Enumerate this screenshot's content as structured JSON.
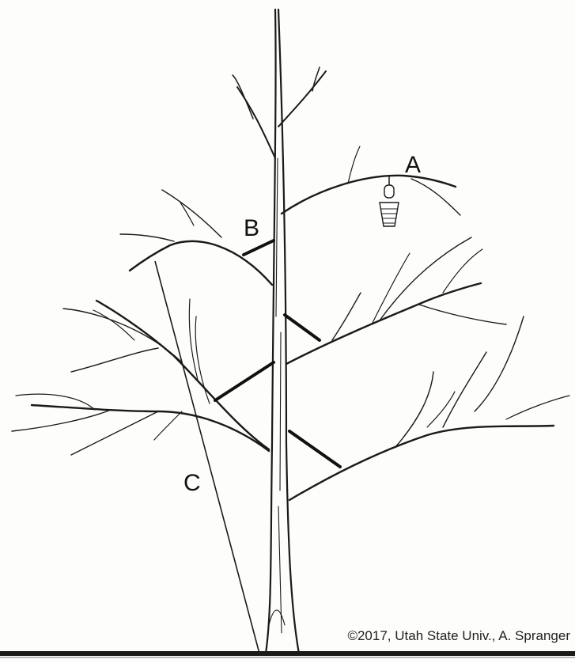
{
  "labels": {
    "a": "A",
    "b": "B",
    "c": "C"
  },
  "copyright": "©2017, Utah State Univ., A. Spranger"
}
